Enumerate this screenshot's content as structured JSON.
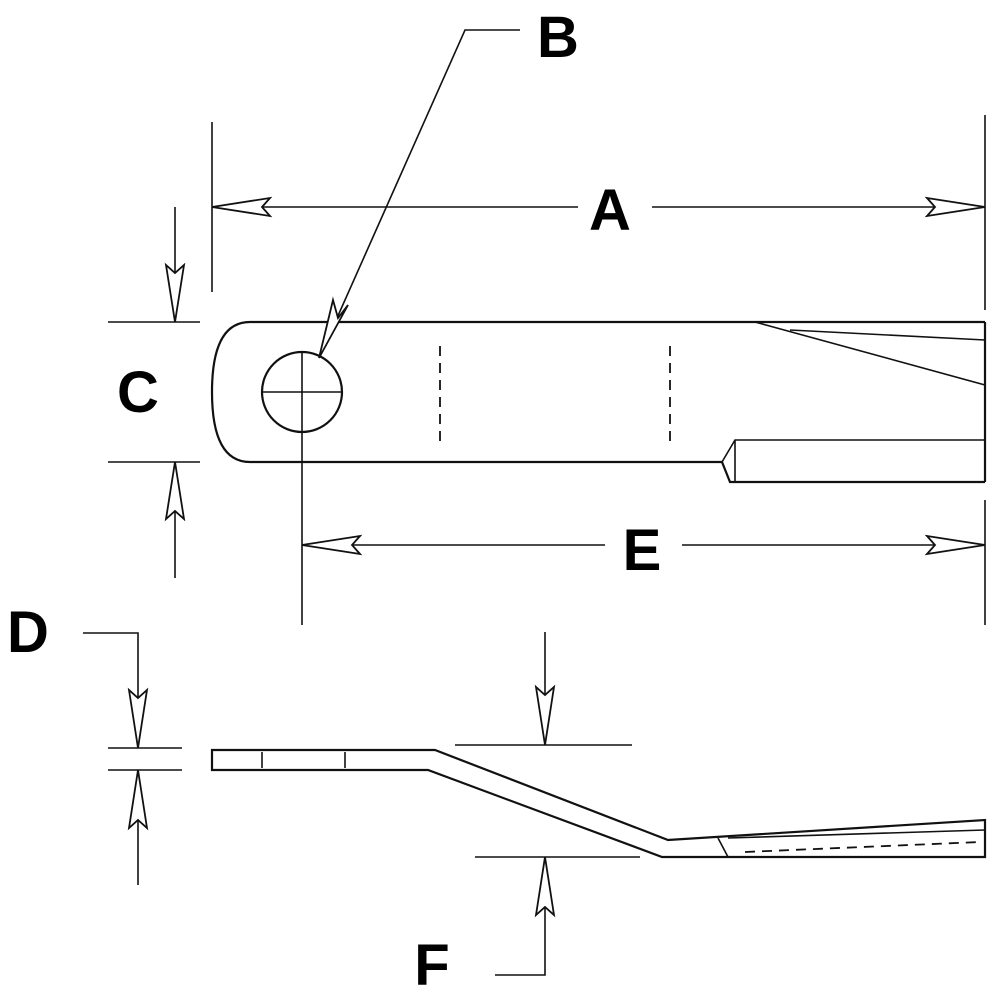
{
  "diagram": {
    "labels": {
      "A": "A",
      "B": "B",
      "C": "C",
      "D": "D",
      "E": "E",
      "F": "F"
    },
    "colors": {
      "ink": "#111111",
      "background": "#ffffff"
    }
  }
}
